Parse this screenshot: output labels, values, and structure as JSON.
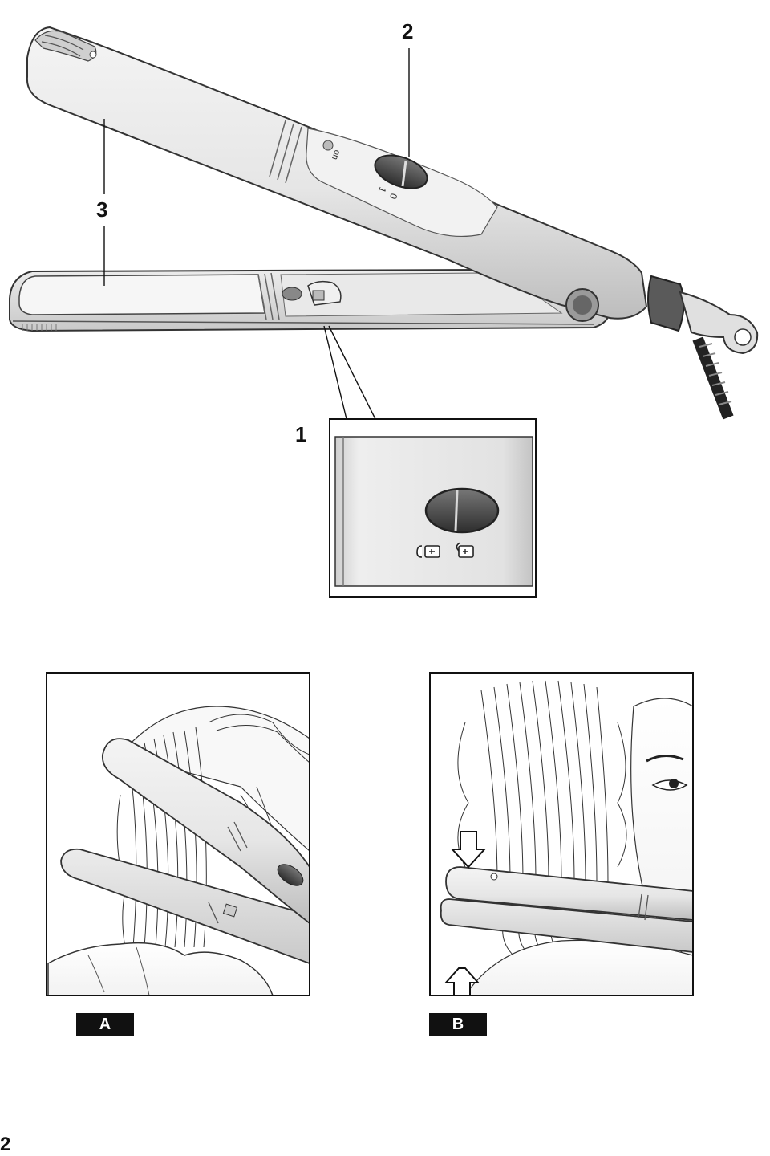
{
  "callouts": {
    "label_1": "1",
    "label_2": "2",
    "label_3": "3"
  },
  "switch_markings": {
    "main_on": "on",
    "main_one": "1",
    "main_zero": "0"
  },
  "panels": {
    "panel_a": "A",
    "panel_b": "B"
  },
  "page_number": "2",
  "icons": {
    "lock_open": "unlock-icon",
    "lock_closed": "lock-icon"
  }
}
